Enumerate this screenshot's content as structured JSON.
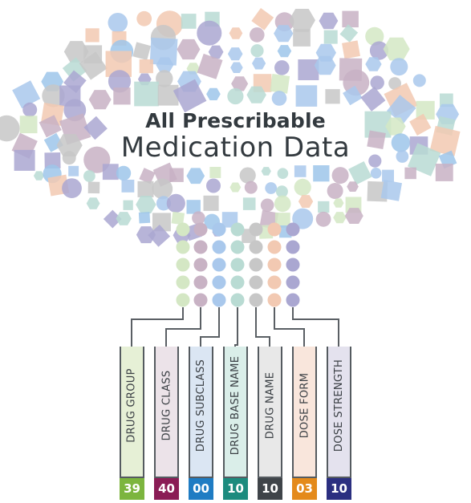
{
  "title": {
    "line1": "All Prescribable",
    "line2": "Medication Data"
  },
  "categories": [
    {
      "label": "DRUG GROUP",
      "count": "39",
      "fill": "#e6f0d6",
      "badge": "#7cb53e"
    },
    {
      "label": "DRUG CLASS",
      "count": "40",
      "fill": "#ece3e9",
      "badge": "#8a1c55"
    },
    {
      "label": "DRUG SUBCLASS",
      "count": "00",
      "fill": "#dbe6f3",
      "badge": "#1f7cc3"
    },
    {
      "label": "DRUG BASE NAME",
      "count": "10",
      "fill": "#daeee9",
      "badge": "#1c8b7e"
    },
    {
      "label": "DRUG NAME",
      "count": "10",
      "fill": "#e8e8e8",
      "badge": "#3f4449"
    },
    {
      "label": "DOSE FORM",
      "count": "03",
      "fill": "#f9e6dc",
      "badge": "#e48a1b"
    },
    {
      "label": "DOSE STRENGTH",
      "count": "10",
      "fill": "#e4e2ee",
      "badge": "#2b2f80"
    }
  ],
  "palette": [
    "#a9c8ec",
    "#c8b2c4",
    "#b9dbd3",
    "#f2c9b2",
    "#d4e7c4",
    "#c7c7c7",
    "#aaa7d1",
    "#9ec6ea"
  ]
}
